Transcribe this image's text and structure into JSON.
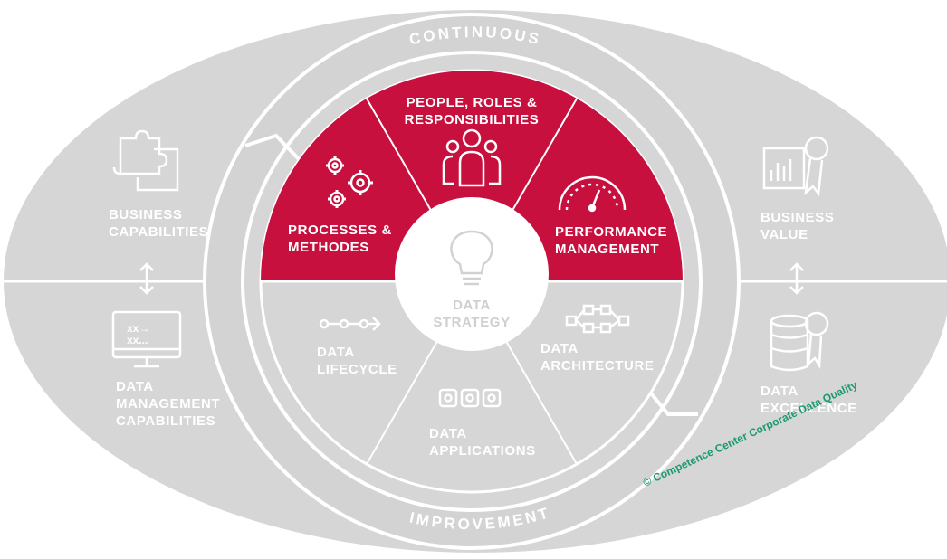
{
  "arc_text": {
    "top": "CONTINUOUS",
    "bottom": "IMPROVEMENT"
  },
  "center": {
    "line1": "DATA",
    "line2": "STRATEGY",
    "icon": "lightbulb-icon"
  },
  "segments": {
    "people": {
      "line1": "PEOPLE, ROLES &",
      "line2": "RESPONSIBILITIES",
      "icon": "people-group-icon"
    },
    "processes": {
      "line1": "PROCESSES &",
      "line2": "METHODES",
      "icon": "gears-icon"
    },
    "performance": {
      "line1": "PERFORMANCE",
      "line2": "MANAGEMENT",
      "icon": "gauge-icon"
    },
    "lifecycle": {
      "line1": "DATA",
      "line2": "LIFECYCLE",
      "icon": "lifecycle-chain-icon"
    },
    "applications": {
      "line1": "DATA",
      "line2": "APPLICATIONS",
      "icon": "application-blocks-icon"
    },
    "architecture": {
      "line1": "DATA",
      "line2": "ARCHITECTURE",
      "icon": "architecture-network-icon"
    }
  },
  "outer": {
    "business_capabilities": {
      "line1": "BUSINESS",
      "line2": "CAPABILITIES",
      "icon": "puzzle-icon"
    },
    "data_mgmt_capabilities": {
      "line1": "DATA",
      "line2": "MANAGEMENT",
      "line3": "CAPABILITIES",
      "icon": "monitor-icon"
    },
    "business_value": {
      "line1": "BUSINESS",
      "line2": "VALUE",
      "icon": "chart-award-icon"
    },
    "data_excellence": {
      "line1": "DATA",
      "line2": "EXCELLENCE",
      "icon": "database-award-icon"
    }
  },
  "copyright": "© Competence Center Corporate Data Quality",
  "colors": {
    "accent": "#c8103e",
    "gray": "#d6d6d6",
    "dark_gray": "#cbcbcb",
    "line": "#ffffff",
    "green": "#1a9a72"
  }
}
